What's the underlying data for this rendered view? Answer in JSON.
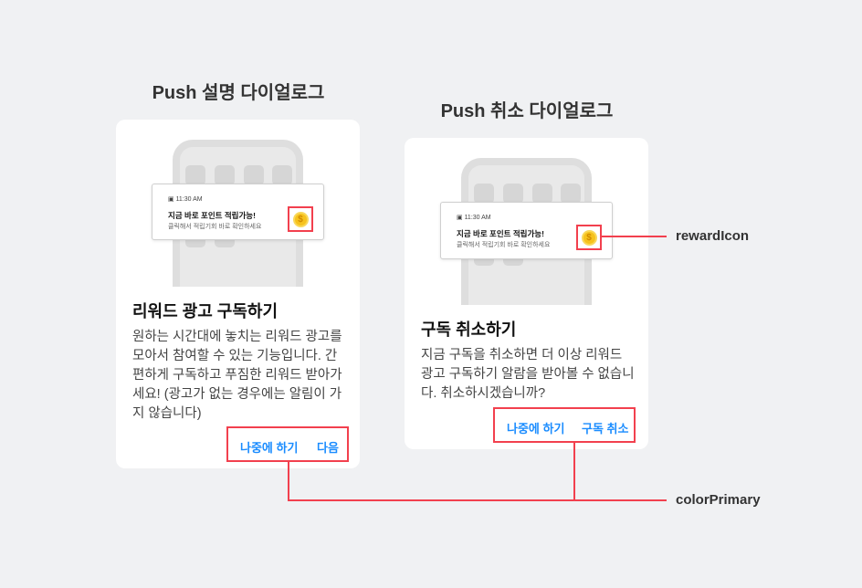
{
  "sections": [
    {
      "title": "Push 설명 다이얼로그",
      "notification": {
        "time": "11:30 AM",
        "title": "지금 바로 포인트 적립가능!",
        "subtitle": "클릭해서 적립기회 바로 확인하세요",
        "icon": "coin-dollar-icon"
      },
      "card_title": "리워드 광고 구독하기",
      "card_body": "원하는 시간대에 놓치는 리워드 광고를 모아서 참여할 수 있는 기능입니다. 간편하게 구독하고 푸짐한 리워드 받아가세요! (광고가 없는 경우에는 알림이 가지 않습니다)",
      "buttons": [
        "나중에 하기",
        "다음"
      ]
    },
    {
      "title": "Push 취소 다이얼로그",
      "notification": {
        "time": "11:30 AM",
        "title": "지금 바로 포인트 적립가능!",
        "subtitle": "클릭해서 적립기회 바로 확인하세요",
        "icon": "coin-dollar-icon"
      },
      "card_title": "구독 취소하기",
      "card_body": "지금 구독을 취소하면 더 이상 리워드 광고 구독하기 알람을 받아볼 수 없습니다. 취소하시겠습니까?",
      "buttons": [
        "나중에 하기",
        "구독 취소"
      ]
    }
  ],
  "annotations": {
    "reward_icon": "rewardIcon",
    "color_primary": "colorPrimary"
  },
  "colors": {
    "primary": "#1a8cff",
    "annotation": "#f2404e"
  }
}
